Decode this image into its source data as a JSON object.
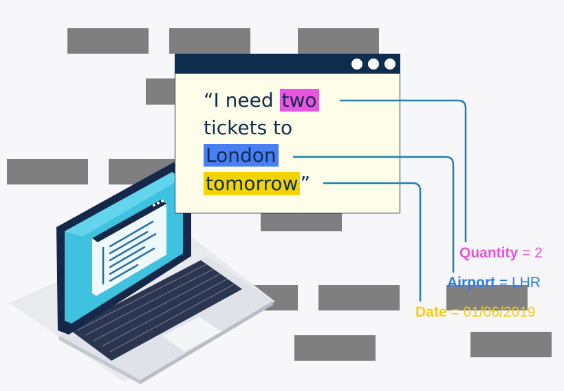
{
  "quote": {
    "open": "“I need ",
    "qty": "two",
    "line2": "tickets to",
    "city": "London",
    "date": "tomorrow",
    "close": "”"
  },
  "results": [
    {
      "key": "Quantity",
      "eq": " = ",
      "value": "2",
      "color": "#e754d8"
    },
    {
      "key": "Airport",
      "eq": " = ",
      "value": "LHR",
      "color": "#2f7be0"
    },
    {
      "key": "Date",
      "eq": " = ",
      "value": "01/06/2019",
      "color": "#f4cc12"
    }
  ],
  "colors": {
    "window_bar": "#0d2c4e",
    "connector": "#1e7fa8",
    "screen": "#3fc2df"
  }
}
